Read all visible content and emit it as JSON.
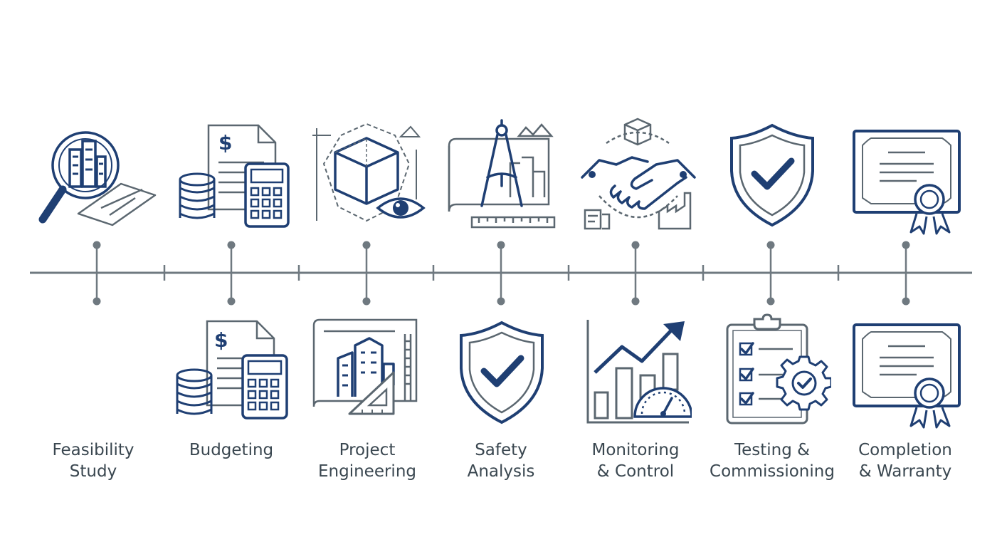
{
  "colors": {
    "navy": "#1f3f73",
    "gray": "#5b6770",
    "axis": "#6f7980"
  },
  "stages": [
    {
      "line1": "Feasibility",
      "line2": "Study",
      "top_icon": "magnifier-buildings-icon",
      "bottom_icon": ""
    },
    {
      "line1": "Budgeting",
      "line2": "",
      "top_icon": "budget-document-calculator-icon",
      "bottom_icon": "budget-document-calculator-icon"
    },
    {
      "line1": "Project",
      "line2": "Engineering",
      "top_icon": "cube-design-eye-icon",
      "bottom_icon": "blueprint-buildings-icon"
    },
    {
      "line1": "Safety",
      "line2": "Analysis",
      "top_icon": "blueprint-compass-icon",
      "bottom_icon": "shield-check-icon"
    },
    {
      "line1": "Monitoring",
      "line2": "& Control",
      "top_icon": "handshake-supply-icon",
      "bottom_icon": "growth-chart-gauge-icon"
    },
    {
      "line1": "Testing &",
      "line2": "Commissioning",
      "top_icon": "shield-check-icon",
      "bottom_icon": "clipboard-checklist-gear-icon"
    },
    {
      "line1": "Completion",
      "line2": "& Warranty",
      "top_icon": "certificate-ribbon-icon",
      "bottom_icon": "certificate-ribbon-icon"
    }
  ]
}
